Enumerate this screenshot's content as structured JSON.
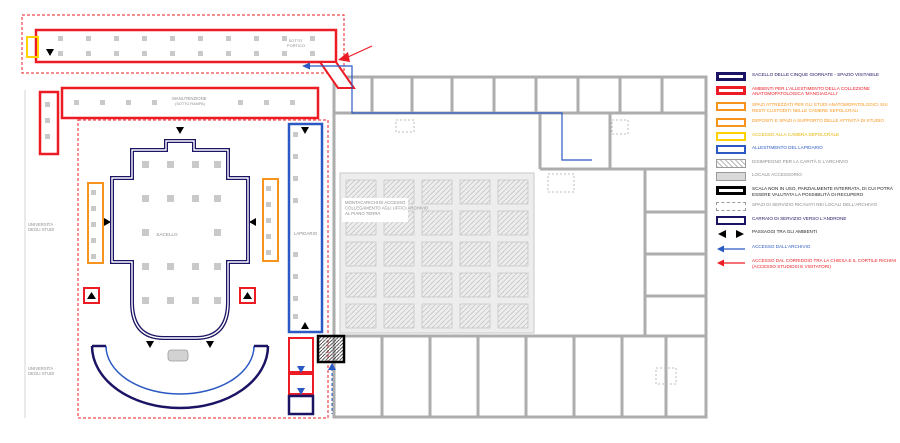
{
  "palette": {
    "navy": "#1b1464",
    "red": "#ed1c24",
    "orange": "#f7941d",
    "yellow": "#ffd200",
    "blue": "#2b59c3",
    "gray_text": "#8c8c8c",
    "wall_gray": "#adadad"
  },
  "plan": {
    "labels": {
      "sotto_portico_1": "SOTTO",
      "sotto_portico_2": "PORTICO",
      "manutenzione_1": "MANUTENZIONE",
      "manutenzione_2": "(SOTTO RAMPA)",
      "sacello": "SACELLO",
      "lapidario": "LAPIDARIO",
      "universita_1": "UNIVERSITÀ",
      "universita_2": "DEGLI STUDI",
      "montacarichi_1": "MONTACARICHI DI ACCESSO",
      "montacarichi_2": "COLLEGAMENTO AGLI UFFICI ARCHIVIO",
      "montacarichi_3": "AL PIANO TERRA"
    }
  },
  "legend": {
    "items": [
      {
        "label": "SACELLO DELLE CINQUE GIORNATE - SPAZIO VISITABILE",
        "color": "#1b1464"
      },
      {
        "label": "AMBIENTI PER L'ALLESTIMENTO DELLA COLLEZIONE ANATOMOPATOLOGICA 'MANGIAGALLI'",
        "color": "#ed1c24"
      },
      {
        "label": "SPAZI ATTREZZATI PER GLI STUDI ANATOMOPATOLOGICI SUI RESTI CUSTODITI NELLE CAMERE SEPOLCRALI",
        "color": "#f7941d"
      },
      {
        "label": "DEPOSITI E SPAZI A SUPPORTO DELLE ATTIVITÀ DI STUDIO",
        "color": "#f7941d"
      },
      {
        "label": "ACCESSO ALLA CAMERA SEPOLCRALE",
        "color": "#ffd200"
      },
      {
        "label": "ALLESTIMENTO DEL LAPIDARIO",
        "color": "#2b59c3"
      },
      {
        "label": "DISIMPEGNO PER LA CARITÀ E L'ARCHIVIO",
        "color": "#8c8c8c"
      },
      {
        "label": "LOCALE ACCESSORIO",
        "color": "#8c8c8c"
      },
      {
        "label": "SCALA NON IN USO, PARZIALMENTE INTERRATA, DI CUI POTRÀ ESSERE VALUTATA LA POSSIBILITÀ DI RECUPERO",
        "color": "#000000"
      },
      {
        "label": "SPAZI DI SERVIZIO RICAVATI NEI LOCALI DELL'ARCHIVIO",
        "color": "#8c8c8c"
      },
      {
        "label": "CARRAIO DI SERVIZIO VERSO L'ANDRONE",
        "color": "#1b1464"
      },
      {
        "label": "PASSAGGI TRA GLI AMBIENTI",
        "color": "#000000"
      },
      {
        "label": "ACCESSO DALL'ARCHIVIO",
        "color": "#2b59c3"
      },
      {
        "label": "ACCESSO DAL CORRIDOIO TRA LA CHIESA E IL CORTILE RICHINI (ACCESSO STUDIOSI E VISITATORI)",
        "color": "#ed1c24"
      }
    ]
  }
}
